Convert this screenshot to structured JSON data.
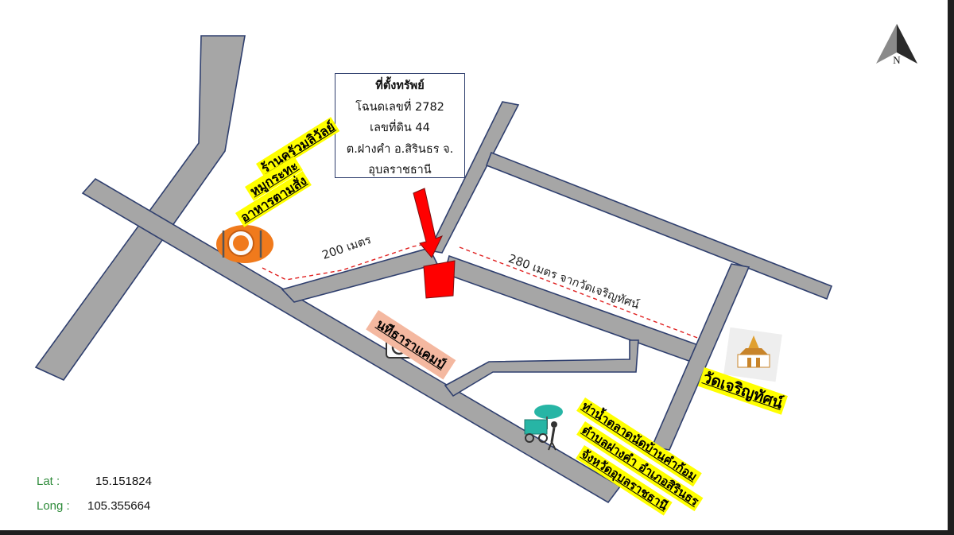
{
  "property_callout": {
    "title": "ที่ตั้งทรัพย์",
    "deed": "โฉนดเลขที่ 2782",
    "land_no": "เลขที่ดิน 44",
    "address1": "ต.ฝางคำ อ.สิรินธร จ.",
    "address2": "อุบลราชธานี"
  },
  "labels": {
    "restaurant": [
      "ร้านครัวมลิวัลย์",
      "หมูกระทะ",
      "อาหารตามสั่ง"
    ],
    "camp": "นทีธาราแคมป์",
    "temple": "วัดเจริญทัศน์",
    "market": [
      "ท่าน้ำตลาดนัดบ้านคำก้อม",
      "ตำบลฝางคำ อำเภอสิรินธร",
      "จังหวัดอุบลราชธานี"
    ]
  },
  "distances": {
    "left": "200 เมตร",
    "right": "280 เมตร จากวัดเจริญทัศน์"
  },
  "compass": {
    "letter": "N"
  },
  "coordinates": {
    "lat_label": "Lat :",
    "lat_value": "15.151824",
    "long_label": "Long :",
    "long_value": "105.355664"
  },
  "colors": {
    "road": "#a6a6a6",
    "road_outline": "#2f3f6e",
    "highlight": "#ffff00",
    "camp_label": "#f4b8a0",
    "marker": "#ff0000",
    "plate": "#f07a1c",
    "coord_label": "#2e8b3a"
  },
  "icons": [
    "arrow-down-icon",
    "plate-icon",
    "camera-icon",
    "temple-icon",
    "cart-icon",
    "compass-icon"
  ]
}
